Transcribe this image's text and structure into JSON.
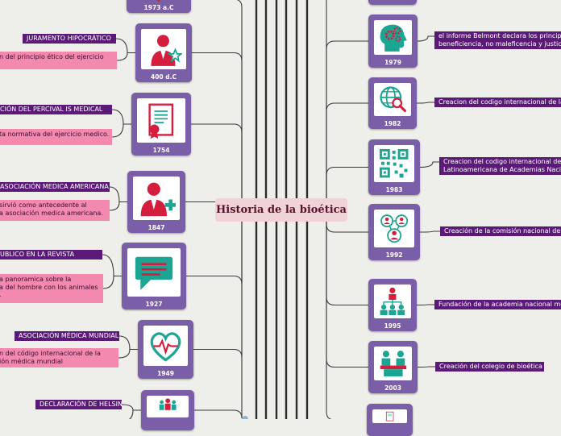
{
  "title": "Historia de la bioética",
  "left": [
    {
      "year": "1973 a.C",
      "icon": "trophy-icon"
    },
    {
      "year": "400 d.C",
      "icon": "person-star-icon",
      "tag": "JURAMENTO HIPOCRÁTICO",
      "desc": "n del principio ético del ejercicio"
    },
    {
      "year": "1754",
      "icon": "certificate-icon",
      "tag": "CIÓN DEL PERCIVAL IS MEDICAL",
      "desc": "ta normativa del ejercicio medico."
    },
    {
      "year": "1847",
      "icon": "doctor-plus-icon",
      "tag": "ASOCIACIÓN MEDICA AMERICANA",
      "desc": "sirvió como antecedente al\na asociación medica americana."
    },
    {
      "year": "1927",
      "icon": "chat-icon",
      "tag": "UBLICO EN LA REVISTA",
      "desc": "a panoramica sobre la\na del hombre con los animales\n."
    },
    {
      "year": "1949",
      "icon": "heartbeat-icon",
      "tag": "ASOCIACIÓN MÉDICA MUNDIAL",
      "desc": "n del código internacional de la\nión médica mundial"
    },
    {
      "year": "",
      "icon": "group-icon",
      "tag": "DECLARACIÓN DE HELSINKI",
      "desc": ""
    }
  ],
  "right": [
    {
      "year": "",
      "icon": "award-icon"
    },
    {
      "year": "1979",
      "icon": "head-gears-icon",
      "tag": "el informe Belmont declara los principi\nbeneficiencia, no maleficencia y justici"
    },
    {
      "year": "1982",
      "icon": "globe-search-icon",
      "tag": "Creacion del codigo internacional de la"
    },
    {
      "year": "1983",
      "icon": "qr-code-icon",
      "tag": "Creacion del codigo internacional de\nLatinoamericana de Academias Nacio"
    },
    {
      "year": "1992",
      "icon": "people-network-icon",
      "tag": "Creación de la comisión nacional de"
    },
    {
      "year": "1995",
      "icon": "org-chart-icon",
      "tag": "Fundación de la academia nacional me"
    },
    {
      "year": "2003",
      "icon": "meeting-icon",
      "tag": "Creación del colegio de bioética"
    },
    {
      "year": "",
      "icon": "document-icon"
    }
  ],
  "colors": {
    "card": "#7b5ea8",
    "tag": "#5c1a78",
    "desc": "#f489b0",
    "icon_red": "#d51d3e",
    "icon_teal": "#1da593"
  }
}
